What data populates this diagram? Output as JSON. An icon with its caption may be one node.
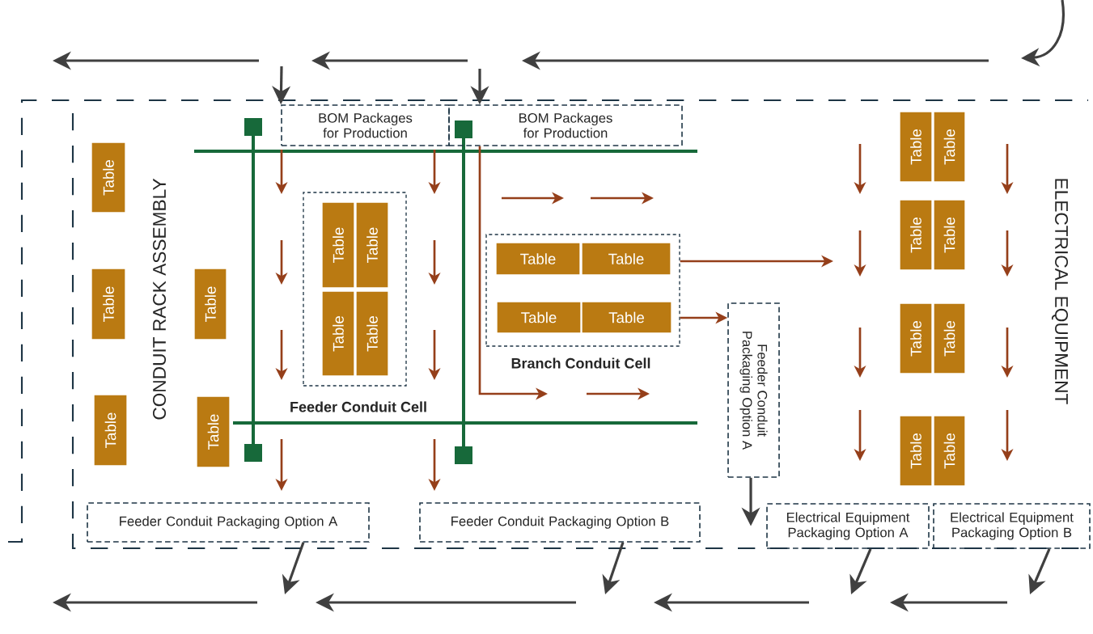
{
  "diagram": {
    "nodes": [
      {
        "text": [
          "BOM Packages for Production"
        ]
      },
      {
        "text": [
          "BOM Packages for Production"
        ]
      },
      {
        "text": [
          "Table"
        ]
      },
      {
        "text": [
          "Table"
        ]
      },
      {
        "text": [
          "Table"
        ]
      },
      {
        "text": [
          "Table"
        ]
      },
      {
        "text": [
          "Table"
        ]
      },
      {
        "text": [],
        "shape": "box"
      },
      {
        "text": [
          "Table"
        ],
        "in": 7
      },
      {
        "text": [
          "Table"
        ],
        "in": 7
      },
      {
        "text": [
          "Table"
        ],
        "in": 7
      },
      {
        "text": [
          "Table"
        ],
        "in": 7
      },
      {
        "text": [],
        "shape": "box"
      },
      {
        "text": [
          "Table"
        ],
        "in": 12
      },
      {
        "text": [
          "Table"
        ],
        "in": 12
      },
      {
        "text": [
          "Table"
        ],
        "in": 12
      },
      {
        "text": [
          "Table"
        ],
        "in": 12
      },
      {
        "text": [
          "Feeder Conduit Packaging Option A"
        ]
      },
      {
        "text": [
          "Table"
        ]
      },
      {
        "text": [
          "Table"
        ]
      },
      {
        "text": [
          "Table"
        ]
      },
      {
        "text": [
          "Table"
        ]
      },
      {
        "text": [
          "Table"
        ]
      },
      {
        "text": [
          "Table"
        ]
      },
      {
        "text": [
          "Table"
        ]
      },
      {
        "text": [
          "Table"
        ]
      },
      {
        "text": [
          "Feeder Conduit Packaging Option A"
        ]
      },
      {
        "text": [
          "Feeder Conduit Packaging Option B"
        ]
      },
      {
        "text": [
          "Electrical Equipment Packaging Option A"
        ]
      },
      {
        "text": [
          "Electrical Equipment Packaging Option B"
        ]
      }
    ],
    "edges": [
      {
        "from": null,
        "to": 0,
        "arrow": "to"
      },
      {
        "from": null,
        "to": 1,
        "arrow": "to"
      },
      {
        "from": 1,
        "to": null,
        "arrow": "to",
        "color": "#953f1a"
      },
      {
        "from": 12,
        "to": null,
        "arrow": "to",
        "color": "#953f1a"
      },
      {
        "from": 12,
        "to": 17,
        "arrow": "to",
        "color": "#953f1a"
      },
      {
        "from": 17,
        "to": 28,
        "arrow": "to"
      },
      {
        "from": 26,
        "to": null,
        "arrow": "to"
      },
      {
        "from": 27,
        "to": null,
        "arrow": "to"
      },
      {
        "from": 28,
        "to": null,
        "arrow": "to"
      },
      {
        "from": 29,
        "to": null,
        "arrow": "to"
      }
    ],
    "labels": [
      "CONDUIT RACK ASSEMBLY",
      "Feeder Conduit Cell",
      "Branch Conduit Cell",
      "ELECTRICAL EQUIPMENT"
    ]
  }
}
